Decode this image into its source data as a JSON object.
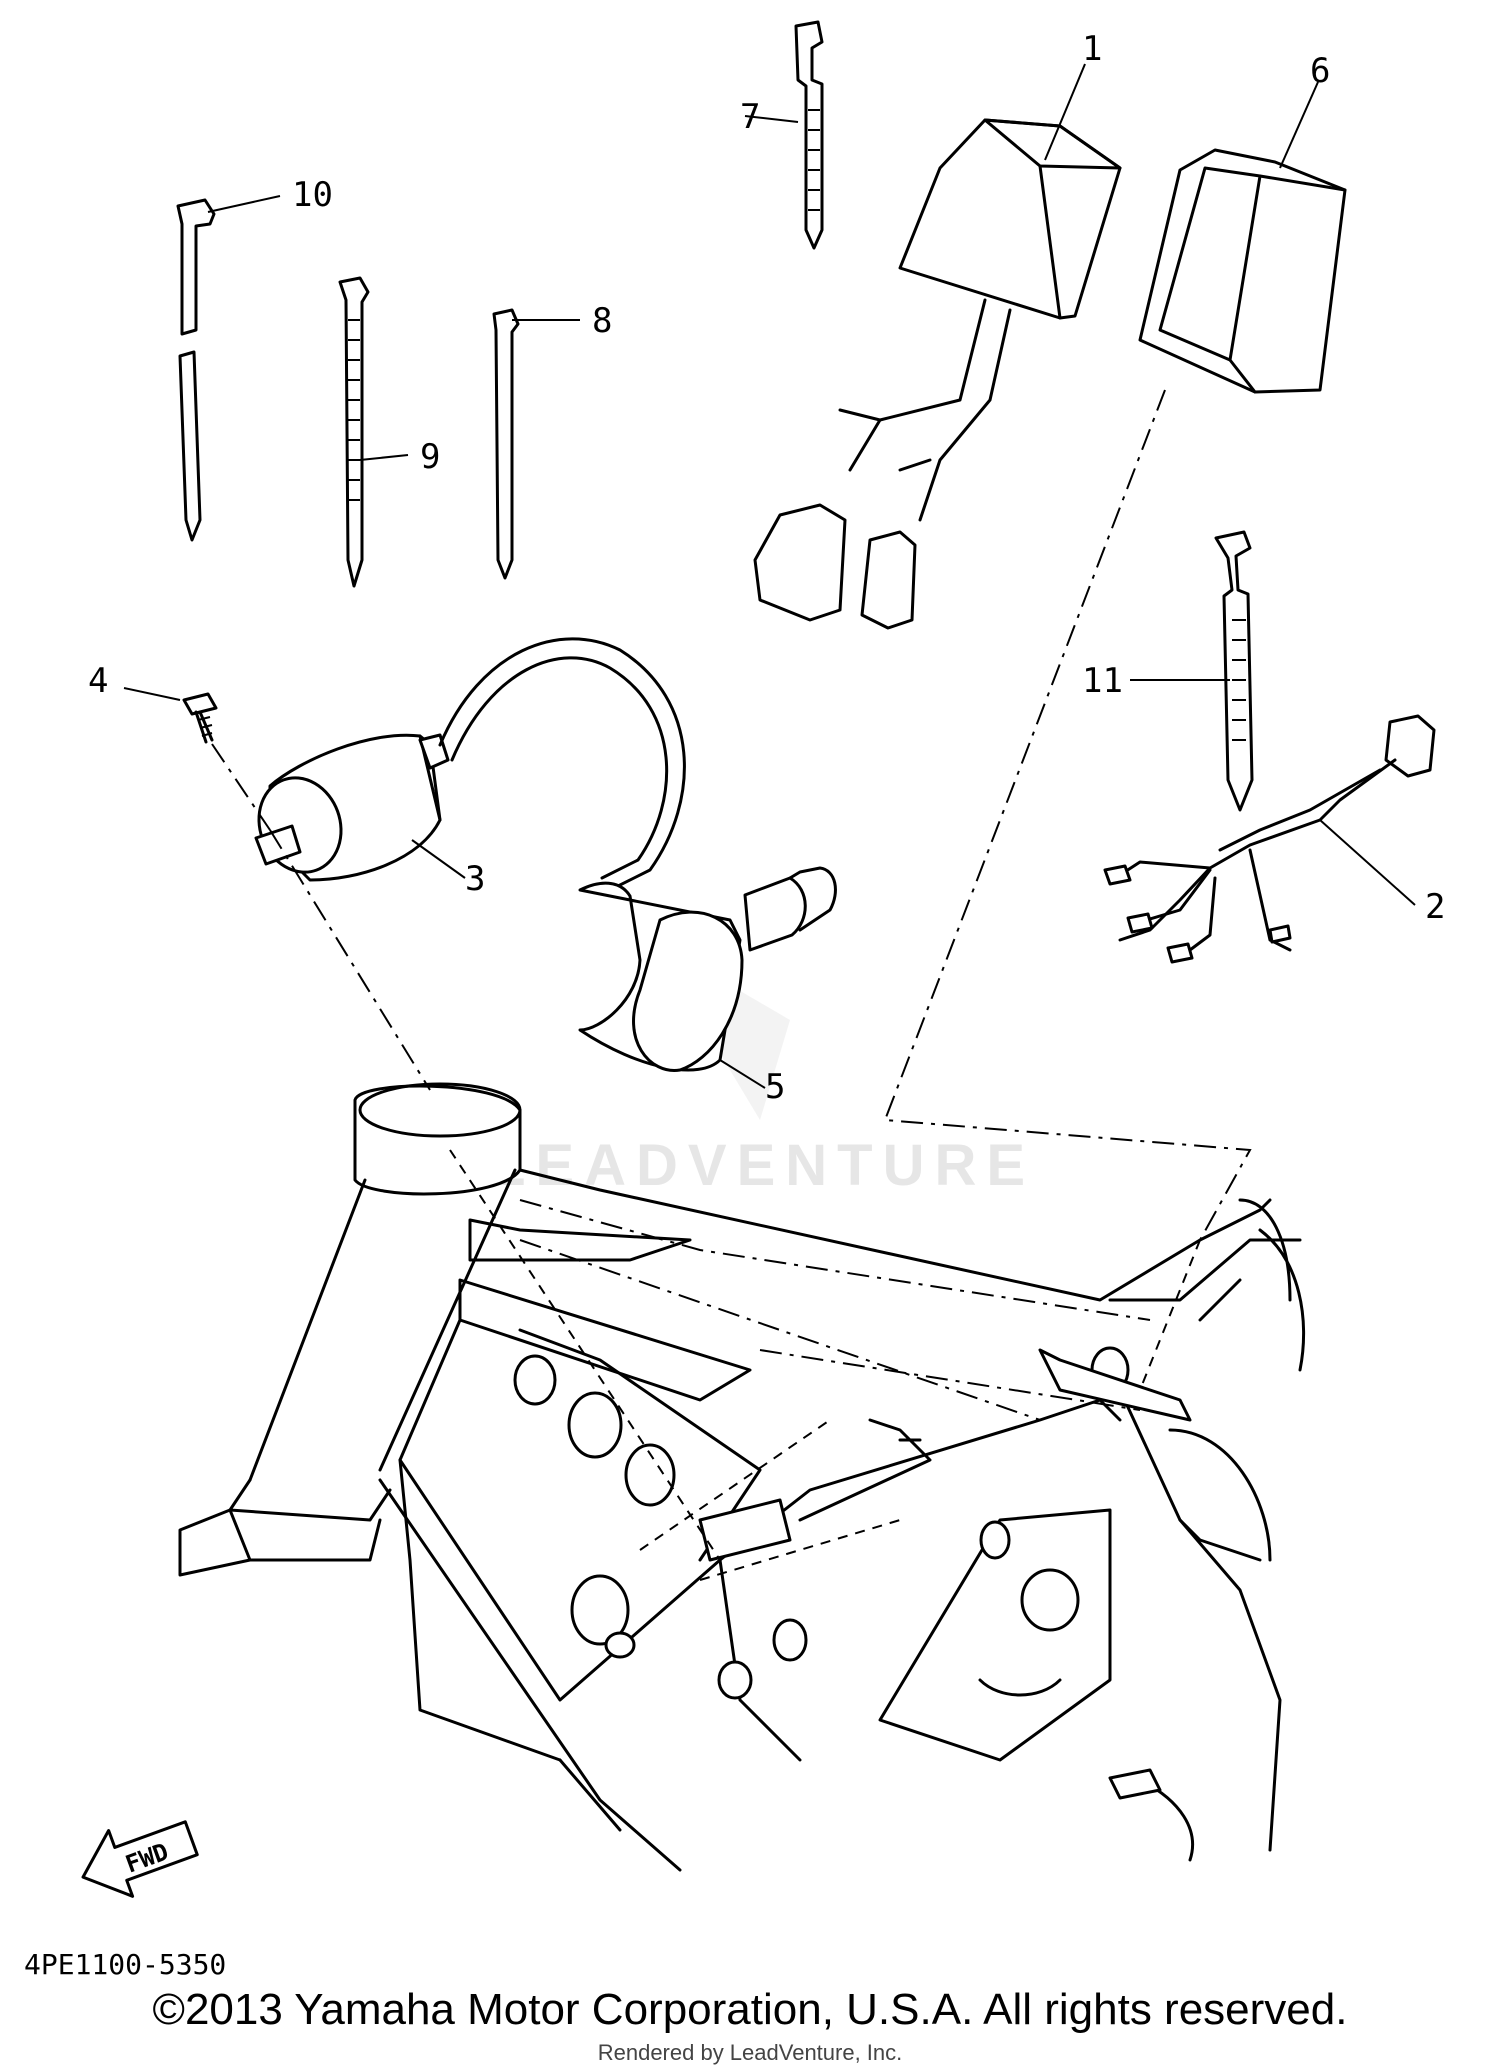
{
  "watermark": "LEADVENTURE",
  "callouts": [
    {
      "id": "1",
      "label": "1"
    },
    {
      "id": "2",
      "label": "2"
    },
    {
      "id": "3",
      "label": "3"
    },
    {
      "id": "4",
      "label": "4"
    },
    {
      "id": "5",
      "label": "5"
    },
    {
      "id": "6",
      "label": "6"
    },
    {
      "id": "7",
      "label": "7"
    },
    {
      "id": "8",
      "label": "8"
    },
    {
      "id": "9",
      "label": "9"
    },
    {
      "id": "10",
      "label": "10"
    },
    {
      "id": "11",
      "label": "11"
    }
  ],
  "fwd_arrow": "FWD",
  "part_code": "4PE1100-5350",
  "copyright": "©2013 Yamaha Motor Corporation, U.S.A. All rights reserved.",
  "rendered_by": "Rendered by LeadVenture, Inc."
}
